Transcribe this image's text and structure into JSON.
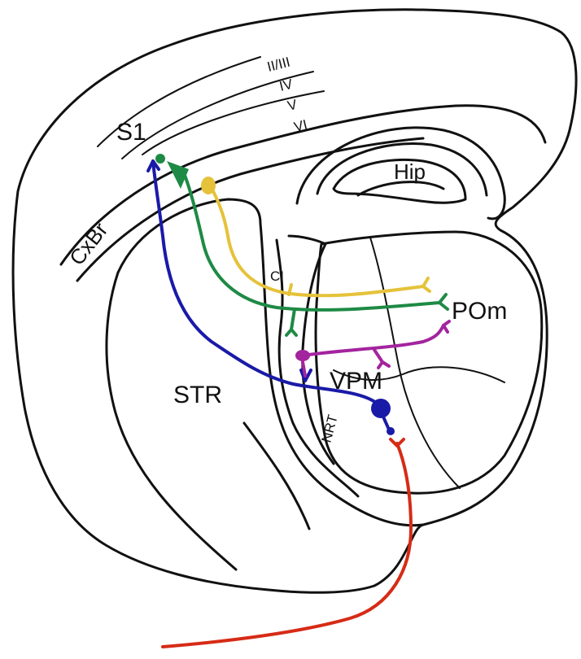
{
  "labels": {
    "s1": "S1",
    "layer_23": "II/III",
    "layer_4": "IV",
    "layer_5": "V",
    "layer_6": "VI",
    "hip": "Hip",
    "cxbr": "CxBr",
    "ci": "CI",
    "pom": "POm",
    "str": "STR",
    "vpm": "VPM",
    "nrt": "NRT"
  },
  "colors": {
    "tissue": "#d9cda3",
    "tissue_light": "#e6dcb8",
    "outline": "#111111",
    "blue_pathway": "#1a1aa8",
    "green_pathway": "#1e8a45",
    "yellow_pathway": "#e5c23a",
    "magenta_pathway": "#a3249e",
    "red_pathway": "#d62b16"
  }
}
